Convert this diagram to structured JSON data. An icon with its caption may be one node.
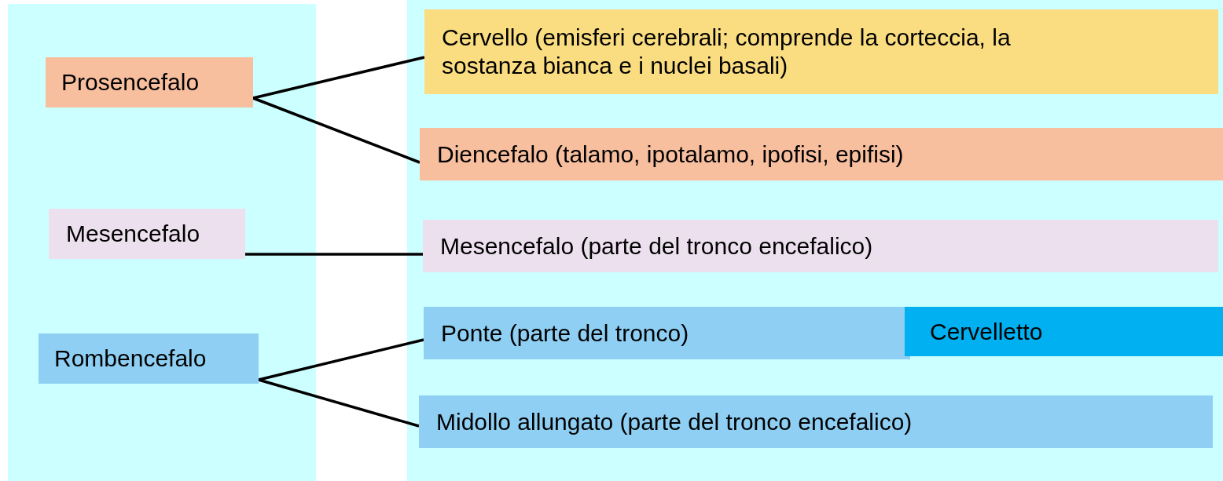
{
  "diagram": {
    "nodes": [
      {
        "text": [
          "Prosencefalo"
        ]
      },
      {
        "text": [
          "Mesencefalo"
        ]
      },
      {
        "text": [
          "Rombencefalo"
        ]
      },
      {
        "text": [
          "Cervello (emisferi cerebrali; comprende la corteccia, la sostanza bianca e i nuclei basali)"
        ]
      },
      {
        "text": [
          "Diencefalo (talamo, ipotalamo, ipofisi, epifisi)"
        ]
      },
      {
        "text": [
          "Mesencefalo (parte del tronco encefalico)"
        ]
      },
      {
        "text": [
          "Ponte (parte del tronco)"
        ]
      },
      {
        "text": [
          "Cervelletto"
        ]
      },
      {
        "text": [
          "Midollo allungato (parte del tronco encefalico)"
        ]
      }
    ],
    "edges": [
      {
        "from": 0,
        "to": 3,
        "arrow": "none"
      },
      {
        "from": 0,
        "to": 4,
        "arrow": "none"
      },
      {
        "from": 1,
        "to": 5,
        "arrow": "none"
      },
      {
        "from": 2,
        "to": 6,
        "arrow": "none"
      },
      {
        "from": 2,
        "to": 8,
        "arrow": "none"
      }
    ]
  }
}
